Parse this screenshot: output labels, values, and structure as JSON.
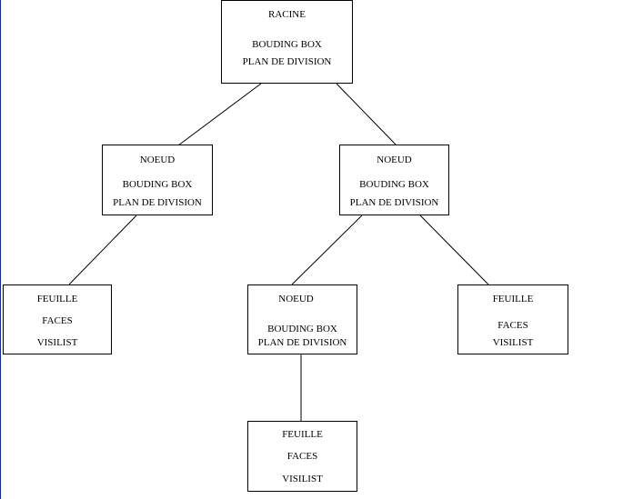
{
  "diagram": {
    "nodes": {
      "root": {
        "lines": [
          "RACINE",
          "BOUDING BOX",
          "PLAN DE DIVISION"
        ]
      },
      "node_left": {
        "lines": [
          "NOEUD",
          "BOUDING BOX",
          "PLAN DE DIVISION"
        ]
      },
      "node_right": {
        "lines": [
          "NOEUD",
          "BOUDING BOX",
          "PLAN DE DIVISION"
        ]
      },
      "leaf_left": {
        "lines": [
          "FEUILLE",
          "FACES",
          "VISILIST"
        ]
      },
      "node_mid": {
        "lines": [
          "NOEUD",
          "BOUDING BOX",
          "PLAN DE DIVISION"
        ]
      },
      "leaf_right": {
        "lines": [
          "FEUILLE",
          "FACES",
          "VISILIST"
        ]
      },
      "leaf_bottom": {
        "lines": [
          "FEUILLE",
          "FACES",
          "VISILIST"
        ]
      }
    },
    "edges": [
      {
        "from": "root",
        "to": "node_left"
      },
      {
        "from": "root",
        "to": "node_right"
      },
      {
        "from": "node_left",
        "to": "leaf_left"
      },
      {
        "from": "node_right",
        "to": "node_mid"
      },
      {
        "from": "node_right",
        "to": "leaf_right"
      },
      {
        "from": "node_mid",
        "to": "leaf_bottom"
      }
    ]
  }
}
